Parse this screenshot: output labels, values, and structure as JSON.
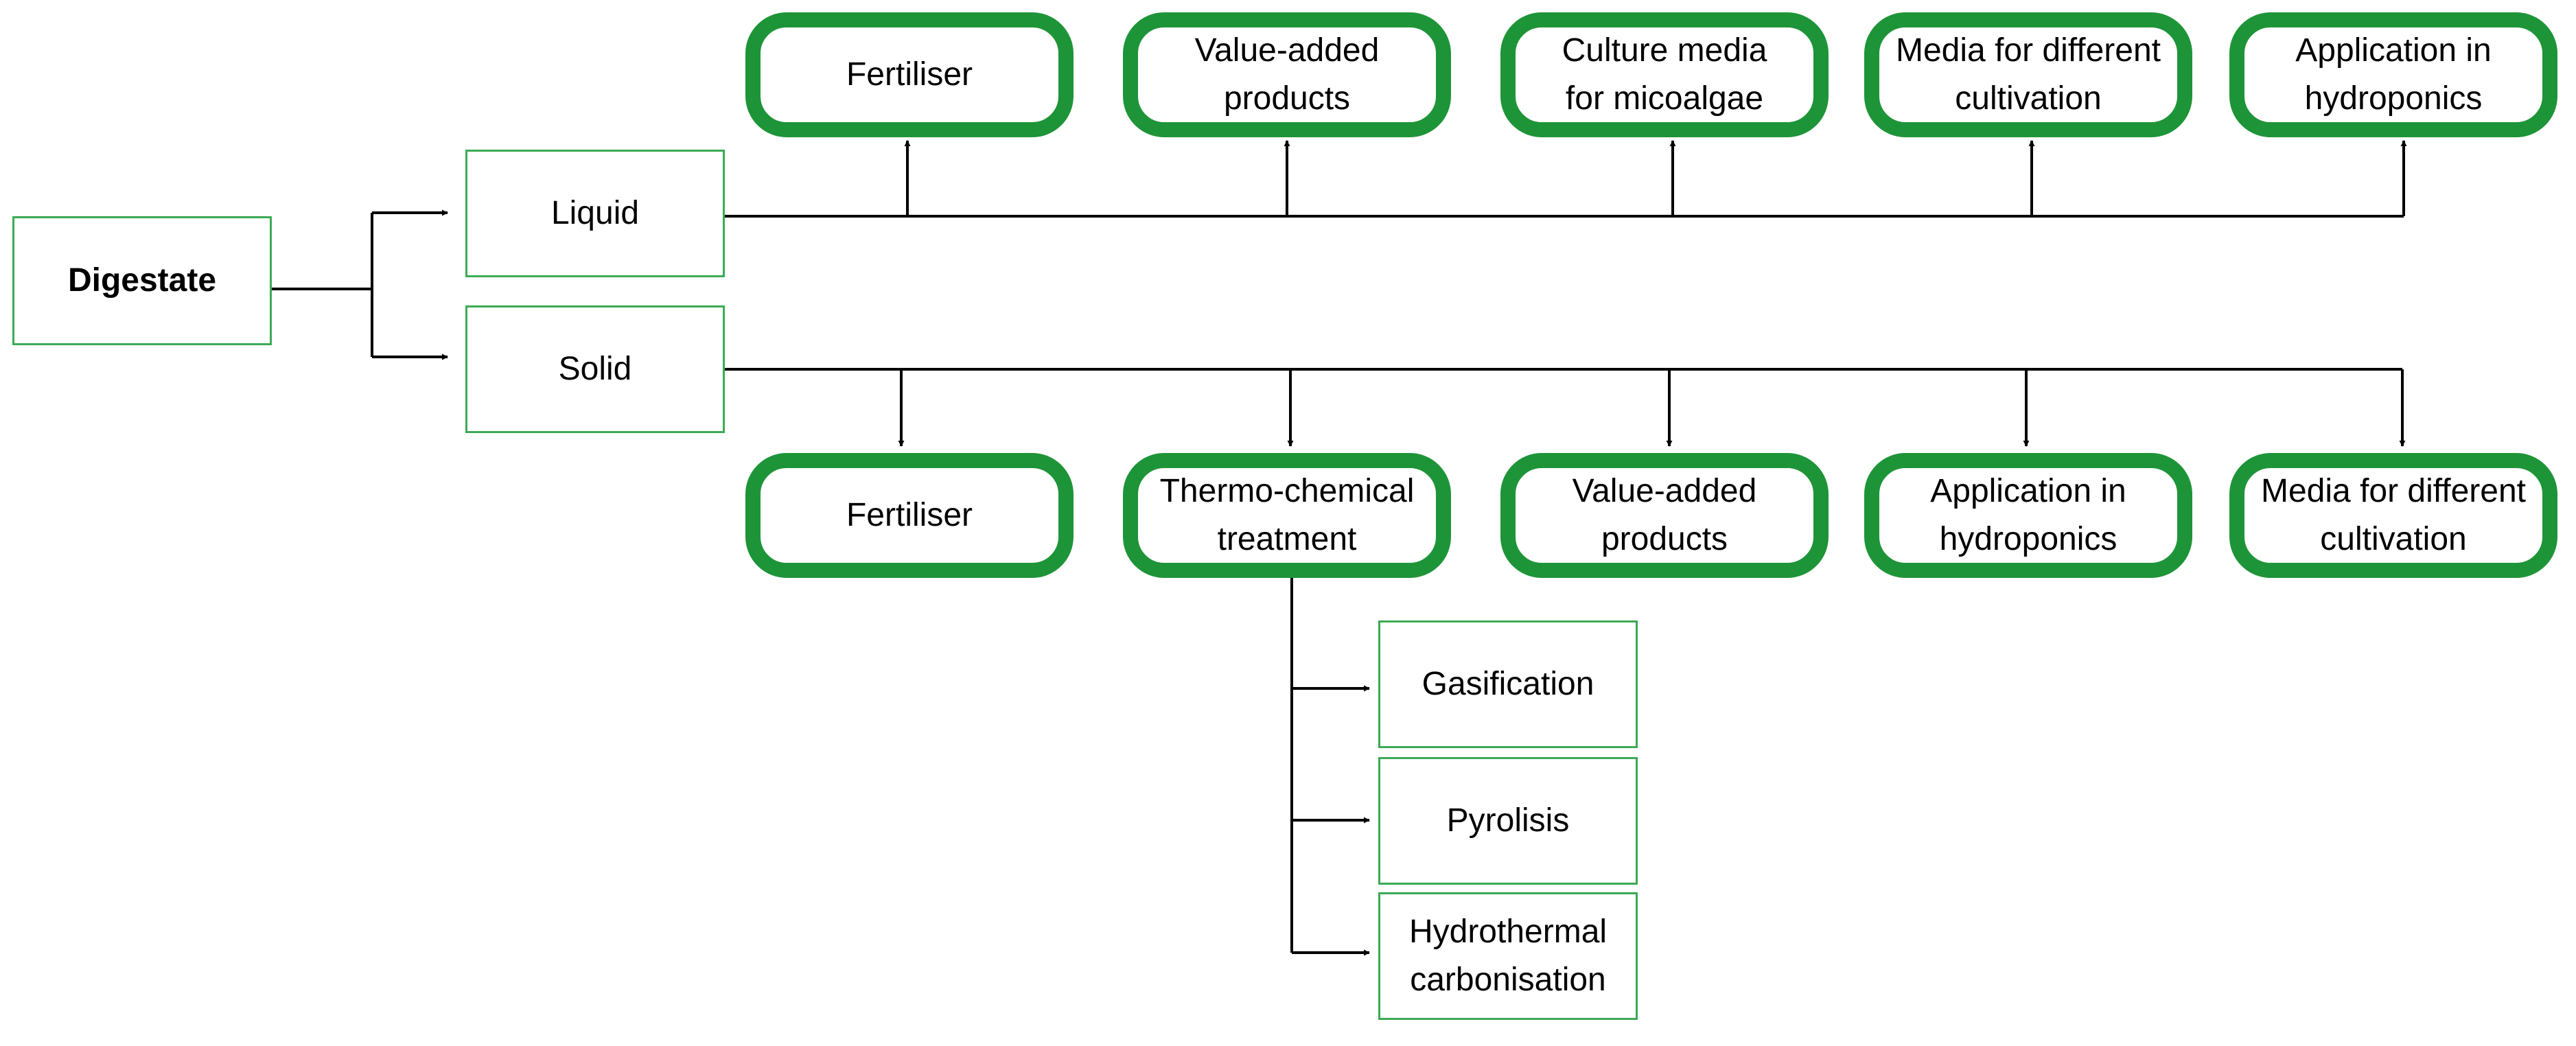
{
  "colors": {
    "outline_square": "#3daa55",
    "outline_rounded": "#1e9438",
    "connector": "#000000"
  },
  "root": {
    "label": "Digestate"
  },
  "branches": [
    {
      "label": "Liquid",
      "outputs": [
        {
          "lines": [
            "Fertiliser"
          ]
        },
        {
          "lines": [
            "Value-added",
            "products"
          ]
        },
        {
          "lines": [
            "Culture media",
            "for micoalgae"
          ]
        },
        {
          "lines": [
            "Media for different",
            "cultivation"
          ]
        },
        {
          "lines": [
            "Application in",
            "hydroponics"
          ]
        }
      ]
    },
    {
      "label": "Solid",
      "outputs": [
        {
          "lines": [
            "Fertiliser"
          ]
        },
        {
          "lines": [
            "Thermo-chemical",
            "treatment"
          ]
        },
        {
          "lines": [
            "Value-added",
            "products"
          ]
        },
        {
          "lines": [
            "Application in",
            "hydroponics"
          ]
        },
        {
          "lines": [
            "Media for different",
            "cultivation"
          ]
        }
      ]
    }
  ],
  "thermo_chemical_methods": [
    {
      "lines": [
        "Gasification"
      ]
    },
    {
      "lines": [
        "Pyrolisis"
      ]
    },
    {
      "lines": [
        "Hydrothermal",
        "carbonisation"
      ]
    }
  ]
}
